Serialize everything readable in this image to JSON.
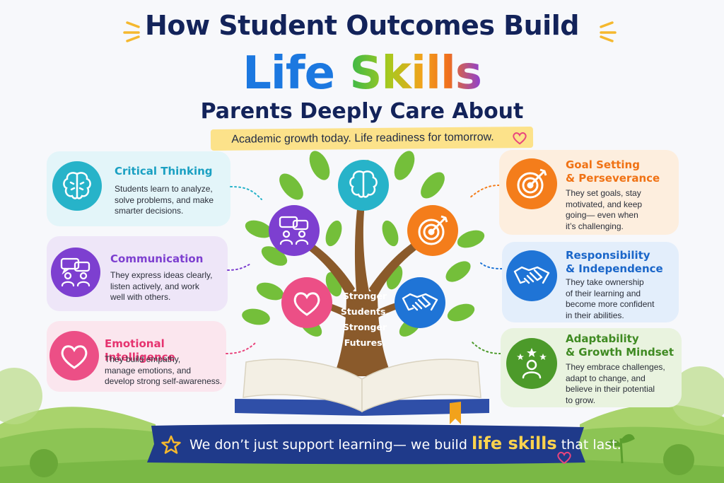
{
  "header": {
    "title_line1": "How Student Outcomes Build",
    "title_word1": "Life",
    "title_word2": "Skills",
    "title_line3": "Parents Deeply Care About",
    "tagline": "Academic growth today. Life readiness for tomorrow."
  },
  "tree": {
    "trunk_text": [
      "Stronger",
      "Students.",
      "Stronger",
      "Futures."
    ]
  },
  "skills_left": [
    {
      "title": "Critical Thinking",
      "desc": [
        "Students learn to analyze,",
        "solve problems, and make",
        "smarter decisions."
      ],
      "icon": "brain-icon",
      "color": "#27b3c9",
      "bg": "#e3f5f9"
    },
    {
      "title": "Communication",
      "desc": [
        "They express ideas clearly,",
        "listen actively, and work",
        "well with others."
      ],
      "icon": "chat-people-icon",
      "color": "#7d3fd0",
      "bg": "#eee6f8"
    },
    {
      "title": "Emotional Intelligence",
      "desc": [
        "They build empathy,",
        "manage emotions, and",
        "develop strong self-awareness."
      ],
      "icon": "heart-icon",
      "color": "#e9457d",
      "bg": "#fbe6ee"
    }
  ],
  "skills_right": [
    {
      "title": [
        "Goal Setting",
        "& Perseverance"
      ],
      "desc": [
        "They set goals, stay",
        "motivated, and keep",
        "going— even when",
        "it’s challenging."
      ],
      "icon": "target-icon",
      "color": "#f47d1b",
      "bg": "#fdeede"
    },
    {
      "title": [
        "Responsibility",
        "& Independence"
      ],
      "desc": [
        "They take ownership",
        "of their learning and",
        "become more confident",
        "in their abilities."
      ],
      "icon": "handshake-icon",
      "color": "#1f74d6",
      "bg": "#e3eefb"
    },
    {
      "title": [
        "Adaptability",
        "& Growth Mindset"
      ],
      "desc": [
        "They embrace challenges,",
        "adapt to change, and",
        "believe in their potential",
        "to grow."
      ],
      "icon": "person-stars-icon",
      "color": "#4c9a2a",
      "bg": "#e9f3df"
    }
  ],
  "footer": {
    "text_before": "We don’t just support learning— we build ",
    "highlight": "life skills",
    "text_after": " that last."
  },
  "colors": {
    "navy": "#13235a",
    "title_gradient": [
      "#1c78e0",
      "#22b4a8",
      "#5fbf2e",
      "#a8c91e",
      "#f2a21b",
      "#f0701d",
      "#8b3fd4"
    ]
  }
}
